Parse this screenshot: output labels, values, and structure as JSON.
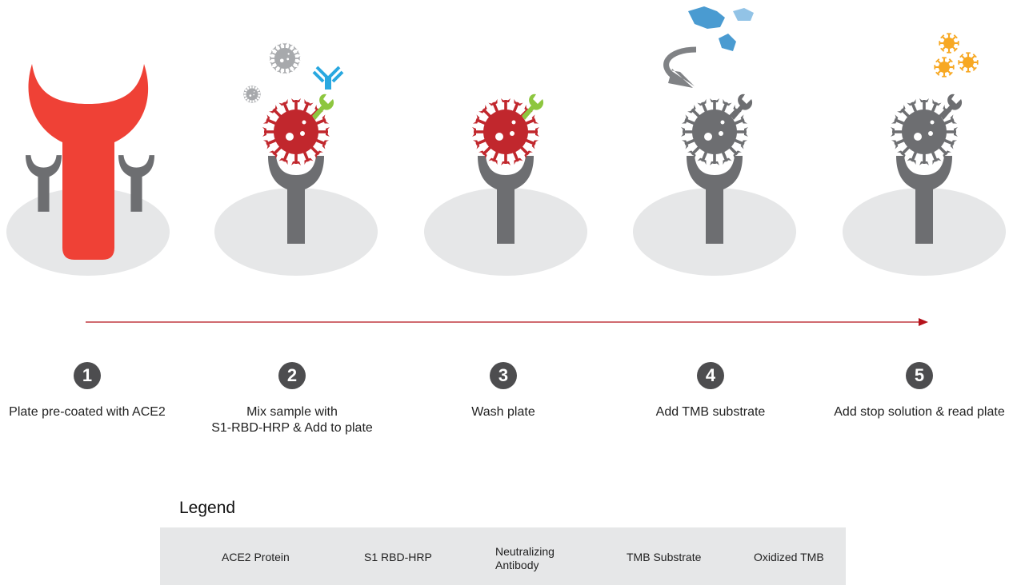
{
  "steps": [
    {
      "number": "1",
      "label": "Plate pre-coated with ACE2"
    },
    {
      "number": "2",
      "label_line1": "Mix sample with",
      "label_line2": "S1-RBD-HRP & Add to plate"
    },
    {
      "number": "3",
      "label": "Wash plate"
    },
    {
      "number": "4",
      "label": "Add TMB substrate"
    },
    {
      "number": "5",
      "label": "Add stop solution & read plate"
    }
  ],
  "legend": {
    "title": "Legend",
    "items": [
      {
        "label": "ACE2 Protein",
        "icon": "ace2-protein-icon"
      },
      {
        "label": "S1 RBD-HRP",
        "icon": "s1-rbd-hrp-icon"
      },
      {
        "label_line1": "Neutralizing",
        "label_line2": "Antibody",
        "icon": "antibody-icon"
      },
      {
        "label": "TMB Substrate",
        "icon": "tmb-substrate-icon"
      },
      {
        "label": "Oxidized TMB",
        "icon": "oxidized-tmb-icon"
      }
    ]
  },
  "colors": {
    "ace2": "#ef4136",
    "virus": "#c1272d",
    "receptor": "#6d6e71",
    "plate": "#e6e7e8",
    "hrp": "#8dc63f",
    "antibody": "#29a8e0",
    "tmb": "#4a9bd1",
    "oxidized": "#f7a823",
    "legend_icon": "#c1272d",
    "arrow": "#b5121b"
  }
}
